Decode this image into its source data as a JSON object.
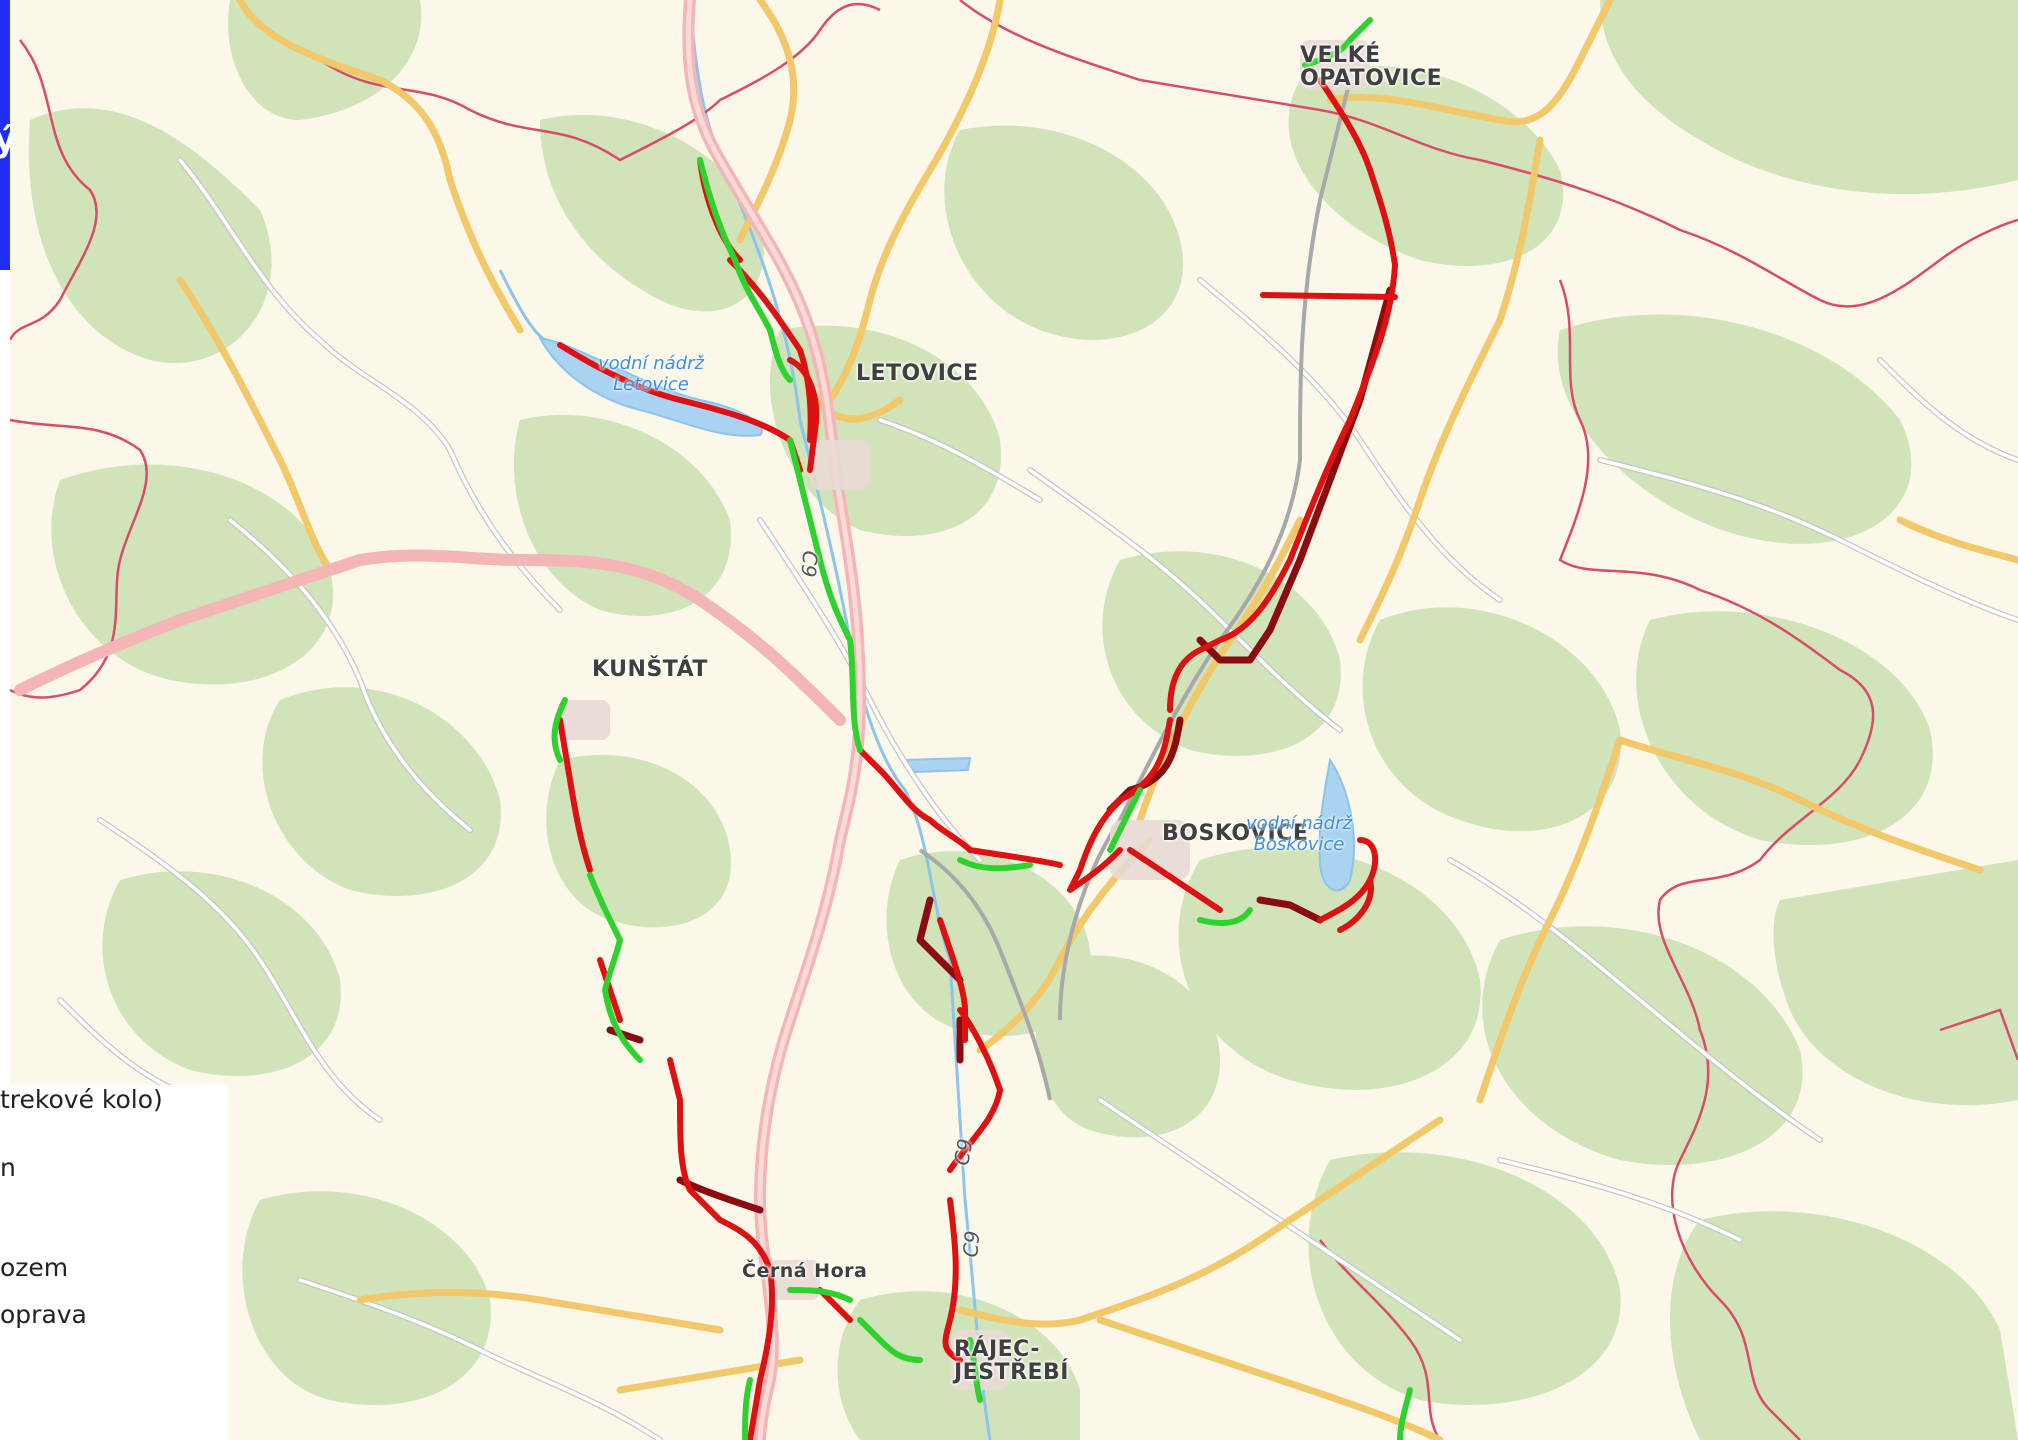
{
  "towns": [
    {
      "id": "velke-opatovice",
      "lines": [
        "VELKÉ",
        "OPATOVICE"
      ]
    },
    {
      "id": "letovice",
      "lines": [
        "LETOVICE"
      ]
    },
    {
      "id": "kunstat",
      "lines": [
        "KUNŠTÁT"
      ]
    },
    {
      "id": "boskovice",
      "lines": [
        "BOSKOVICE"
      ]
    },
    {
      "id": "cerna-hora",
      "lines": [
        "Černá Hora"
      ]
    },
    {
      "id": "rajec-jestrebi",
      "lines": [
        "RÁJEC-",
        "JESTŘEBÍ"
      ]
    }
  ],
  "water": [
    {
      "id": "letovice-reservoir",
      "lines": [
        "vodní nádrž",
        "Letovice"
      ]
    },
    {
      "id": "boskovice-reservoir",
      "lines": [
        "vodní nádrž",
        "Boskovice"
      ]
    }
  ],
  "road_numbers": [
    "C9",
    "C9",
    "C9"
  ],
  "header_glyph": "ý",
  "legend": {
    "items": [
      "trekové kolo)",
      "n",
      "ozem",
      "oprava"
    ]
  },
  "colors": {
    "route_bad": "#dd1111",
    "route_dark": "#8b0b10",
    "route_good": "#2fd12f",
    "border": "#d94b6a",
    "road_main": "#f2c86a",
    "highway": "#f3b5b5",
    "forest": "#cfe2b6",
    "water": "#a9d3f0",
    "brand_bar": "#1e2ef5"
  }
}
